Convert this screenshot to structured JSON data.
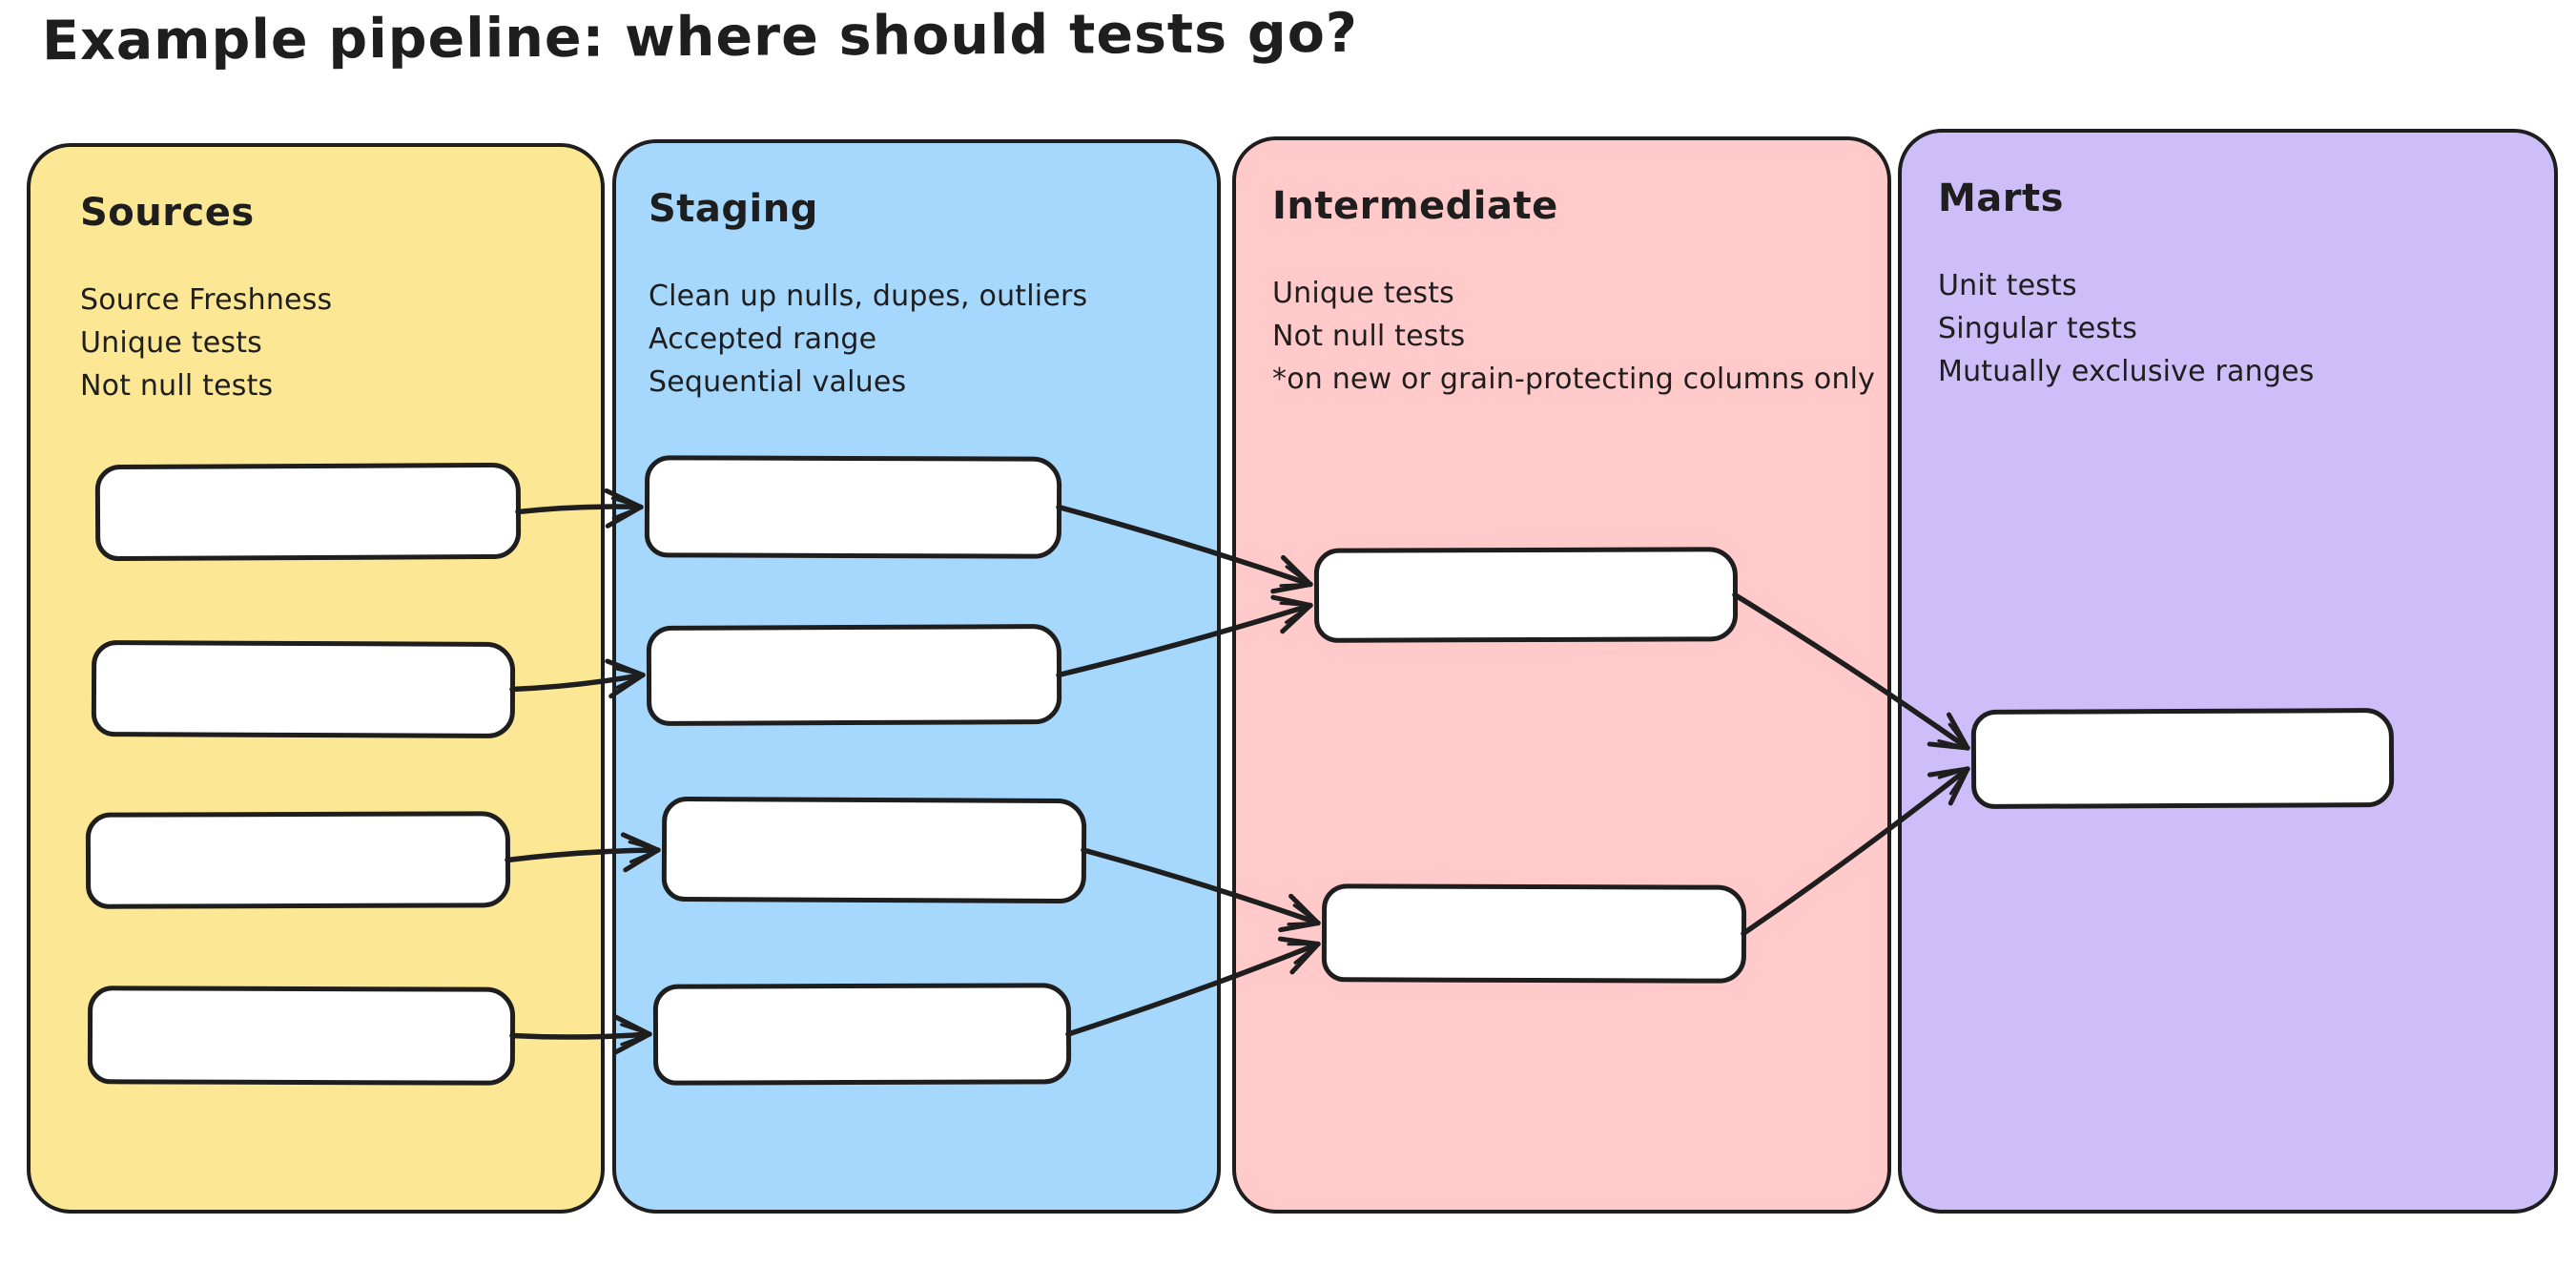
{
  "title": "Example pipeline: where should tests go?",
  "palette": {
    "background": "#ffffff",
    "stroke": "#1e1e1e",
    "node_fill": "#ffffff",
    "sources_fill": "#fce794",
    "staging_fill": "#a6d7fd",
    "intermediate_fill": "#ffcac9",
    "marts_fill": "#cdbdf8"
  },
  "columns": [
    {
      "id": "sources",
      "label": "Sources",
      "fill": "#fce794",
      "notes": [
        "Source Freshness",
        "Unique tests",
        "Not null tests"
      ],
      "node_ids": [
        "s1",
        "s2",
        "s3",
        "s4"
      ]
    },
    {
      "id": "staging",
      "label": "Staging",
      "fill": "#a6d7fd",
      "notes": [
        "Clean up nulls, dupes, outliers",
        "Accepted range",
        "Sequential values"
      ],
      "node_ids": [
        "t1",
        "t2",
        "t3",
        "t4"
      ]
    },
    {
      "id": "intermediate",
      "label": "Intermediate",
      "fill": "#ffcac9",
      "notes": [
        "Unique tests",
        "Not null tests",
        "*on new or grain-protecting columns only"
      ],
      "node_ids": [
        "i1",
        "i2"
      ]
    },
    {
      "id": "marts",
      "label": "Marts",
      "fill": "#cdbdf8",
      "notes": [
        "Unit tests",
        "Singular tests",
        "Mutually exclusive ranges"
      ],
      "node_ids": [
        "m1"
      ]
    }
  ],
  "edges": [
    {
      "from": "s1",
      "to": "t1"
    },
    {
      "from": "s2",
      "to": "t2"
    },
    {
      "from": "s3",
      "to": "t3"
    },
    {
      "from": "s4",
      "to": "t4"
    },
    {
      "from": "t1",
      "to": "i1"
    },
    {
      "from": "t2",
      "to": "i1"
    },
    {
      "from": "t3",
      "to": "i2"
    },
    {
      "from": "t4",
      "to": "i2"
    },
    {
      "from": "i1",
      "to": "m1"
    },
    {
      "from": "i2",
      "to": "m1"
    }
  ]
}
